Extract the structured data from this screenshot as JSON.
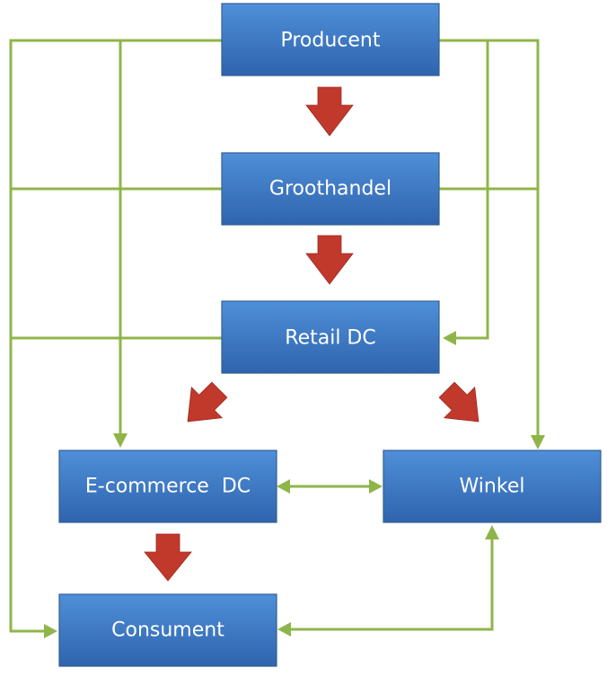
{
  "colors": {
    "node_top": "#4f8fd9",
    "node_bottom": "#2f64ad",
    "node_text": "#ffffff",
    "connector": "#8fb54a",
    "flow_arrow": "#c0392b"
  },
  "nodes": {
    "producent": {
      "label": "Producent"
    },
    "groothandel": {
      "label": "Groothandel"
    },
    "retail_dc": {
      "label": "Retail DC"
    },
    "ecommerce_dc": {
      "label": "E-commerce  DC"
    },
    "winkel": {
      "label": "Winkel"
    },
    "consument": {
      "label": "Consument"
    }
  },
  "flows": [
    {
      "from": "producent",
      "to": "groothandel"
    },
    {
      "from": "groothandel",
      "to": "retail_dc"
    },
    {
      "from": "retail_dc",
      "to": "ecommerce_dc"
    },
    {
      "from": "retail_dc",
      "to": "winkel"
    },
    {
      "from": "ecommerce_dc",
      "to": "consument"
    }
  ],
  "connections": [
    {
      "from": "producent",
      "to": "consument"
    },
    {
      "from": "producent",
      "to": "ecommerce_dc"
    },
    {
      "from": "producent",
      "to": "retail_dc"
    },
    {
      "from": "producent",
      "to": "winkel"
    },
    {
      "from": "groothandel",
      "to": "winkel"
    },
    {
      "from": "ecommerce_dc",
      "to": "winkel",
      "bidirectional": true
    },
    {
      "from": "winkel",
      "to": "consument",
      "bidirectional": true
    }
  ]
}
